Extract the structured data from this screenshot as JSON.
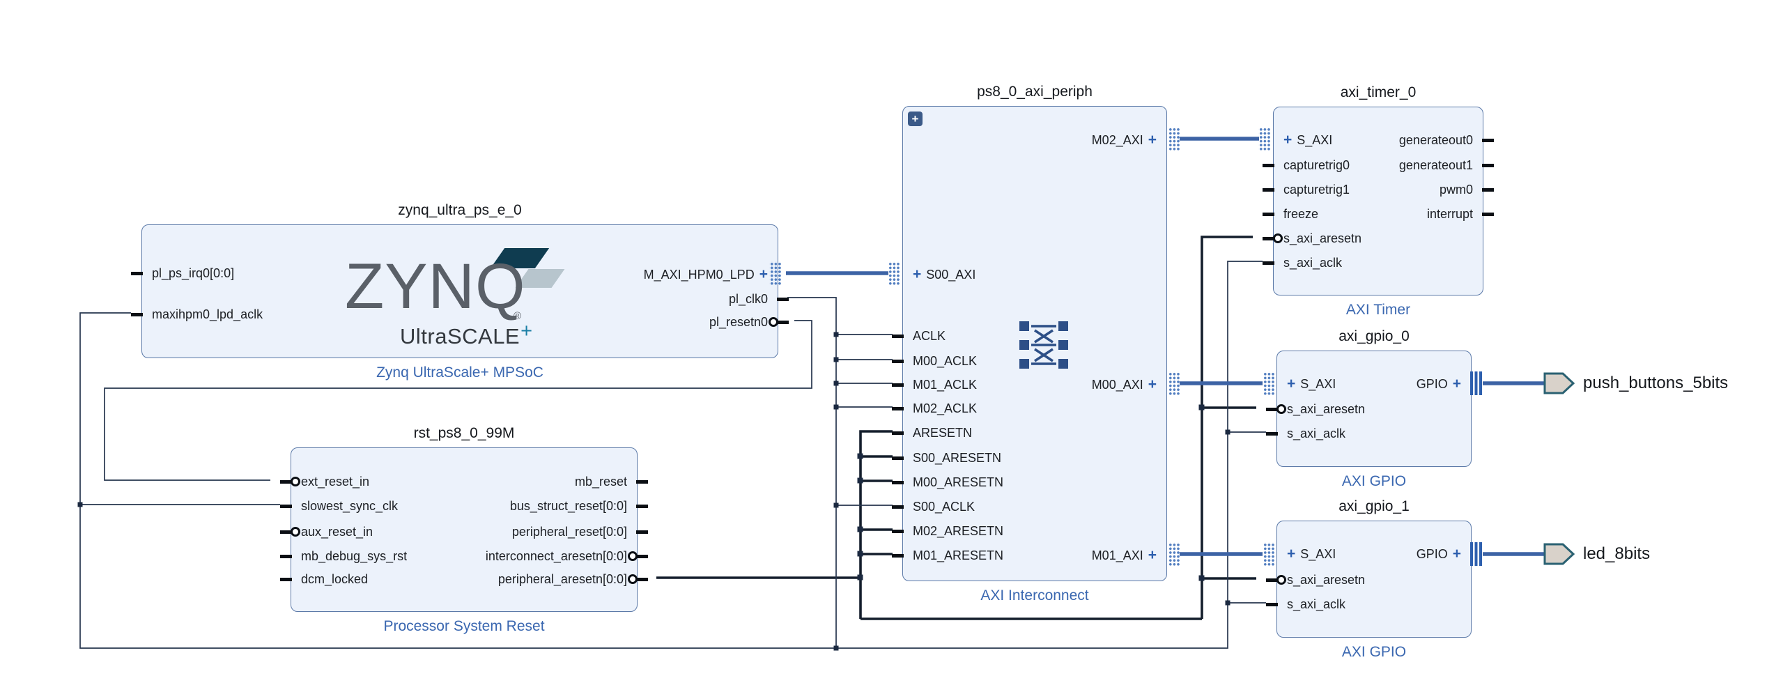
{
  "diagram": {
    "tool": "block-design-canvas",
    "icons": {
      "plus": "+",
      "expand_button": "+"
    },
    "colors": {
      "block_fill": "#ecf2fb",
      "block_border": "#5b79a8",
      "footer_label_blue": "#3a67b0",
      "bus_wire_blue": "#3d63a5",
      "thin_wire": "#26354d",
      "reset_wire_dark": "#141e2c",
      "plus_blue": "#2d5fae",
      "external_port_fill": "#d9d2ca",
      "external_port_border": "#2a6172",
      "logo_dark_teal": "#0f3c50",
      "logo_light_gray": "#b7c5cd",
      "logo_plus_teal": "#1b7fa5"
    },
    "blocks": {
      "zynq": {
        "instance_name": "zynq_ultra_ps_e_0",
        "type_label": "Zynq UltraScale+ MPSoC",
        "logo": {
          "brand": "ZYNQ",
          "reg_mark": "®",
          "family": "UltraSCALE",
          "family_plus": "+"
        },
        "left_ports": [
          {
            "label": "pl_ps_irq0[0:0]"
          },
          {
            "label": "maxihpm0_lpd_aclk"
          }
        ],
        "right_ports": [
          {
            "label": "M_AXI_HPM0_LPD"
          },
          {
            "label": "pl_clk0"
          },
          {
            "label": "pl_resetn0"
          }
        ]
      },
      "rst": {
        "instance_name": "rst_ps8_0_99M",
        "type_label": "Processor System Reset",
        "left_ports": [
          {
            "label": "ext_reset_in"
          },
          {
            "label": "slowest_sync_clk"
          },
          {
            "label": "aux_reset_in"
          },
          {
            "label": "mb_debug_sys_rst"
          },
          {
            "label": "dcm_locked"
          }
        ],
        "right_ports": [
          {
            "label": "mb_reset"
          },
          {
            "label": "bus_struct_reset[0:0]"
          },
          {
            "label": "peripheral_reset[0:0]"
          },
          {
            "label": "interconnect_aresetn[0:0]"
          },
          {
            "label": "peripheral_aresetn[0:0]"
          }
        ]
      },
      "interconnect": {
        "instance_name": "ps8_0_axi_periph",
        "type_label": "AXI Interconnect",
        "left_ports": [
          {
            "label": "S00_AXI"
          },
          {
            "label": "ACLK"
          },
          {
            "label": "M00_ACLK"
          },
          {
            "label": "M01_ACLK"
          },
          {
            "label": "M02_ACLK"
          },
          {
            "label": "ARESETN"
          },
          {
            "label": "S00_ARESETN"
          },
          {
            "label": "M00_ARESETN"
          },
          {
            "label": "S00_ACLK"
          },
          {
            "label": "M02_ARESETN"
          },
          {
            "label": "M01_ARESETN"
          }
        ],
        "right_ports": [
          {
            "label": "M02_AXI"
          },
          {
            "label": "M00_AXI"
          },
          {
            "label": "M01_AXI"
          }
        ]
      },
      "timer": {
        "instance_name": "axi_timer_0",
        "type_label": "AXI Timer",
        "left_ports": [
          {
            "label": "S_AXI"
          },
          {
            "label": "capturetrig0"
          },
          {
            "label": "capturetrig1"
          },
          {
            "label": "freeze"
          },
          {
            "label": "s_axi_aresetn"
          },
          {
            "label": "s_axi_aclk"
          }
        ],
        "right_ports": [
          {
            "label": "generateout0"
          },
          {
            "label": "generateout1"
          },
          {
            "label": "pwm0"
          },
          {
            "label": "interrupt"
          }
        ]
      },
      "gpio0": {
        "instance_name": "axi_gpio_0",
        "type_label": "AXI GPIO",
        "left_ports": [
          {
            "label": "S_AXI"
          },
          {
            "label": "s_axi_aresetn"
          },
          {
            "label": "s_axi_aclk"
          }
        ],
        "right_ports": [
          {
            "label": "GPIO"
          }
        ]
      },
      "gpio1": {
        "instance_name": "axi_gpio_1",
        "type_label": "AXI GPIO",
        "left_ports": [
          {
            "label": "S_AXI"
          },
          {
            "label": "s_axi_aresetn"
          },
          {
            "label": "s_axi_aclk"
          }
        ],
        "right_ports": [
          {
            "label": "GPIO"
          }
        ]
      }
    },
    "external_ports": [
      {
        "label": "push_buttons_5bits"
      },
      {
        "label": "led_8bits"
      }
    ]
  }
}
